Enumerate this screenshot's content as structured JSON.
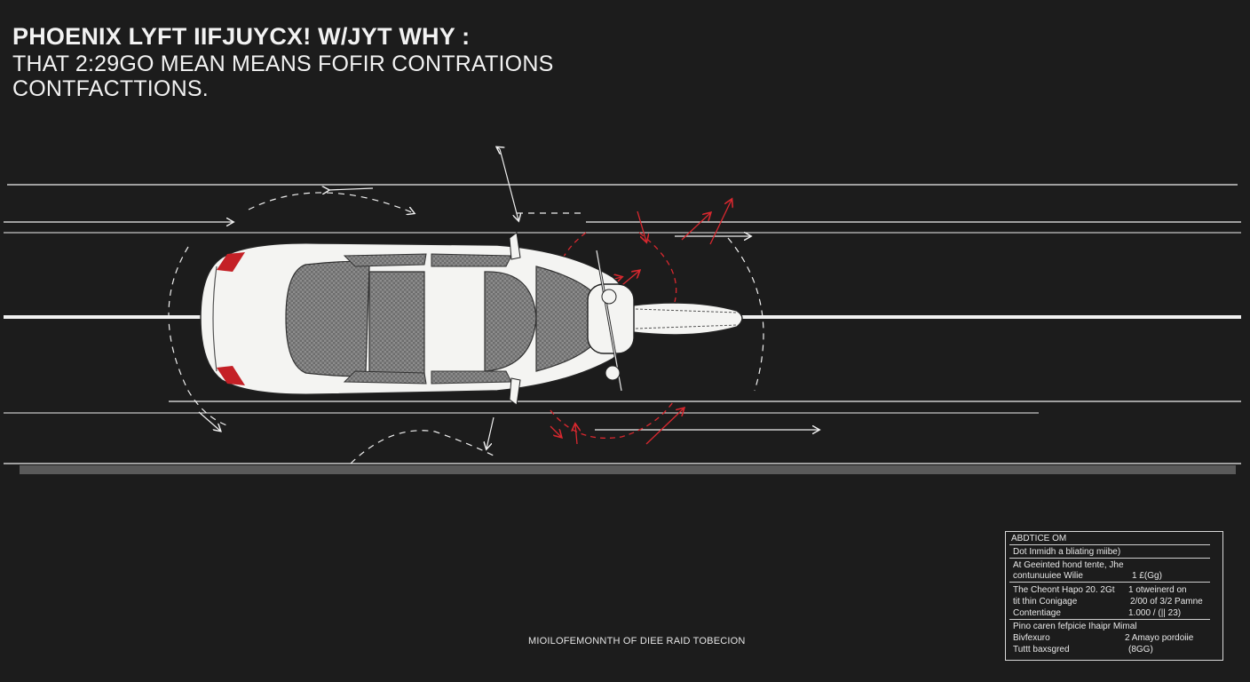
{
  "title": {
    "line1": "PHOENIX LYFT IIFJUYCX! W/JYT WHY :",
    "line2": "THAT 2:29GO MEAN MEANS FOFIR CONTRATIONS",
    "line3": "CONTFACTTIONS."
  },
  "caption": "MIOILOFEMONNTH OF DIEE RAID TOBECION",
  "legend": {
    "title": "ABDTICE OM",
    "rows": [
      {
        "left": "Dot  Inmidh a bliating miibe)",
        "right": ""
      },
      {
        "left": "At Geeinted hond tente,  Jhe",
        "right": ""
      },
      {
        "left": "contunuuiee     Wilie",
        "right": "1 £(Gg)"
      },
      {
        "left": "The Cheont Hapo 20. 2Gt",
        "right": "1 otweinerd on"
      },
      {
        "left": "tit thin Conigage",
        "right": "2/00   of 3/2 Pamne"
      },
      {
        "left": "Contentiage",
        "right": "1.000 /  (|| 23)"
      },
      {
        "left": "Pino caren fefpicie Ihaipr Mimal",
        "right": ""
      },
      {
        "left": "Bivfexuro",
        "right": "2 Amayo pordoiie"
      },
      {
        "left": "Tuttt baxsgred",
        "right": "(8GG)"
      }
    ]
  },
  "colors": {
    "background": "#1c1c1c",
    "lines": "#f0f0f0",
    "accent": "#d9282f",
    "car_body": "#f4f4f2"
  },
  "icons": [
    "car-top-view",
    "motorcycle-top-view"
  ]
}
